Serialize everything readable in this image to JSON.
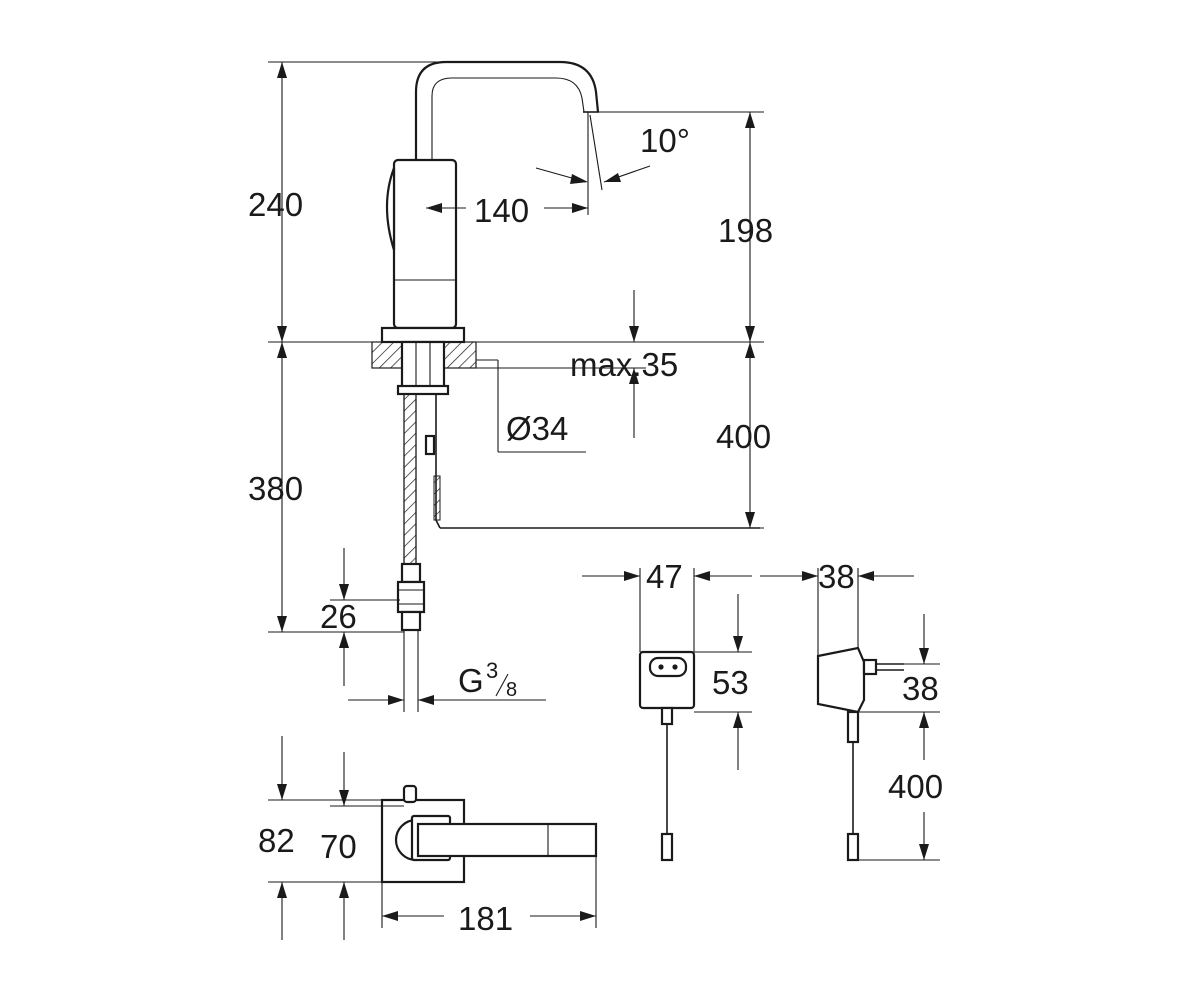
{
  "dimensions": {
    "height_total": "240",
    "spout_reach": "140",
    "spout_angle": "10°",
    "spout_height": "198",
    "max_thickness": "max.35",
    "hole_diameter": "Ø34",
    "cable_length": "400",
    "hose_length": "380",
    "connector_length": "26",
    "thread_main": "G",
    "thread_num": "3",
    "thread_den": "8",
    "box_width": "47",
    "box_height": "53",
    "adapter_width": "38",
    "adapter_height": "38",
    "adapter_cable": "400",
    "base_depth_outer": "82",
    "base_depth_inner": "70",
    "top_length": "181"
  }
}
